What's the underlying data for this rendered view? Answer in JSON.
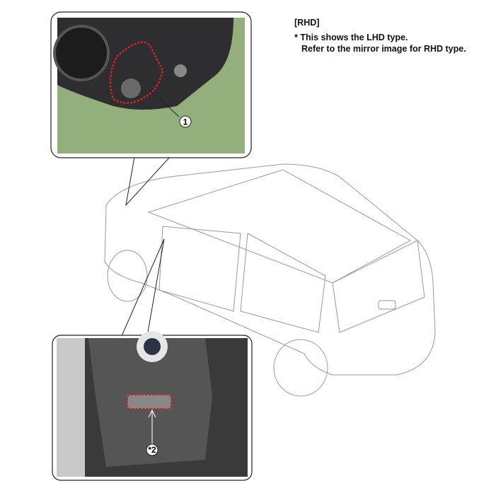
{
  "notes": {
    "tag": "[RHD]",
    "line1": "* This shows the LHD type.",
    "line2": "Refer to the mirror image for RHD type."
  },
  "callouts": {
    "one": "1",
    "two": "*2"
  },
  "colors": {
    "highlight": "#d4202a",
    "photo_background_top": "#93b07c",
    "dash_panel": "#4a4a4a"
  }
}
